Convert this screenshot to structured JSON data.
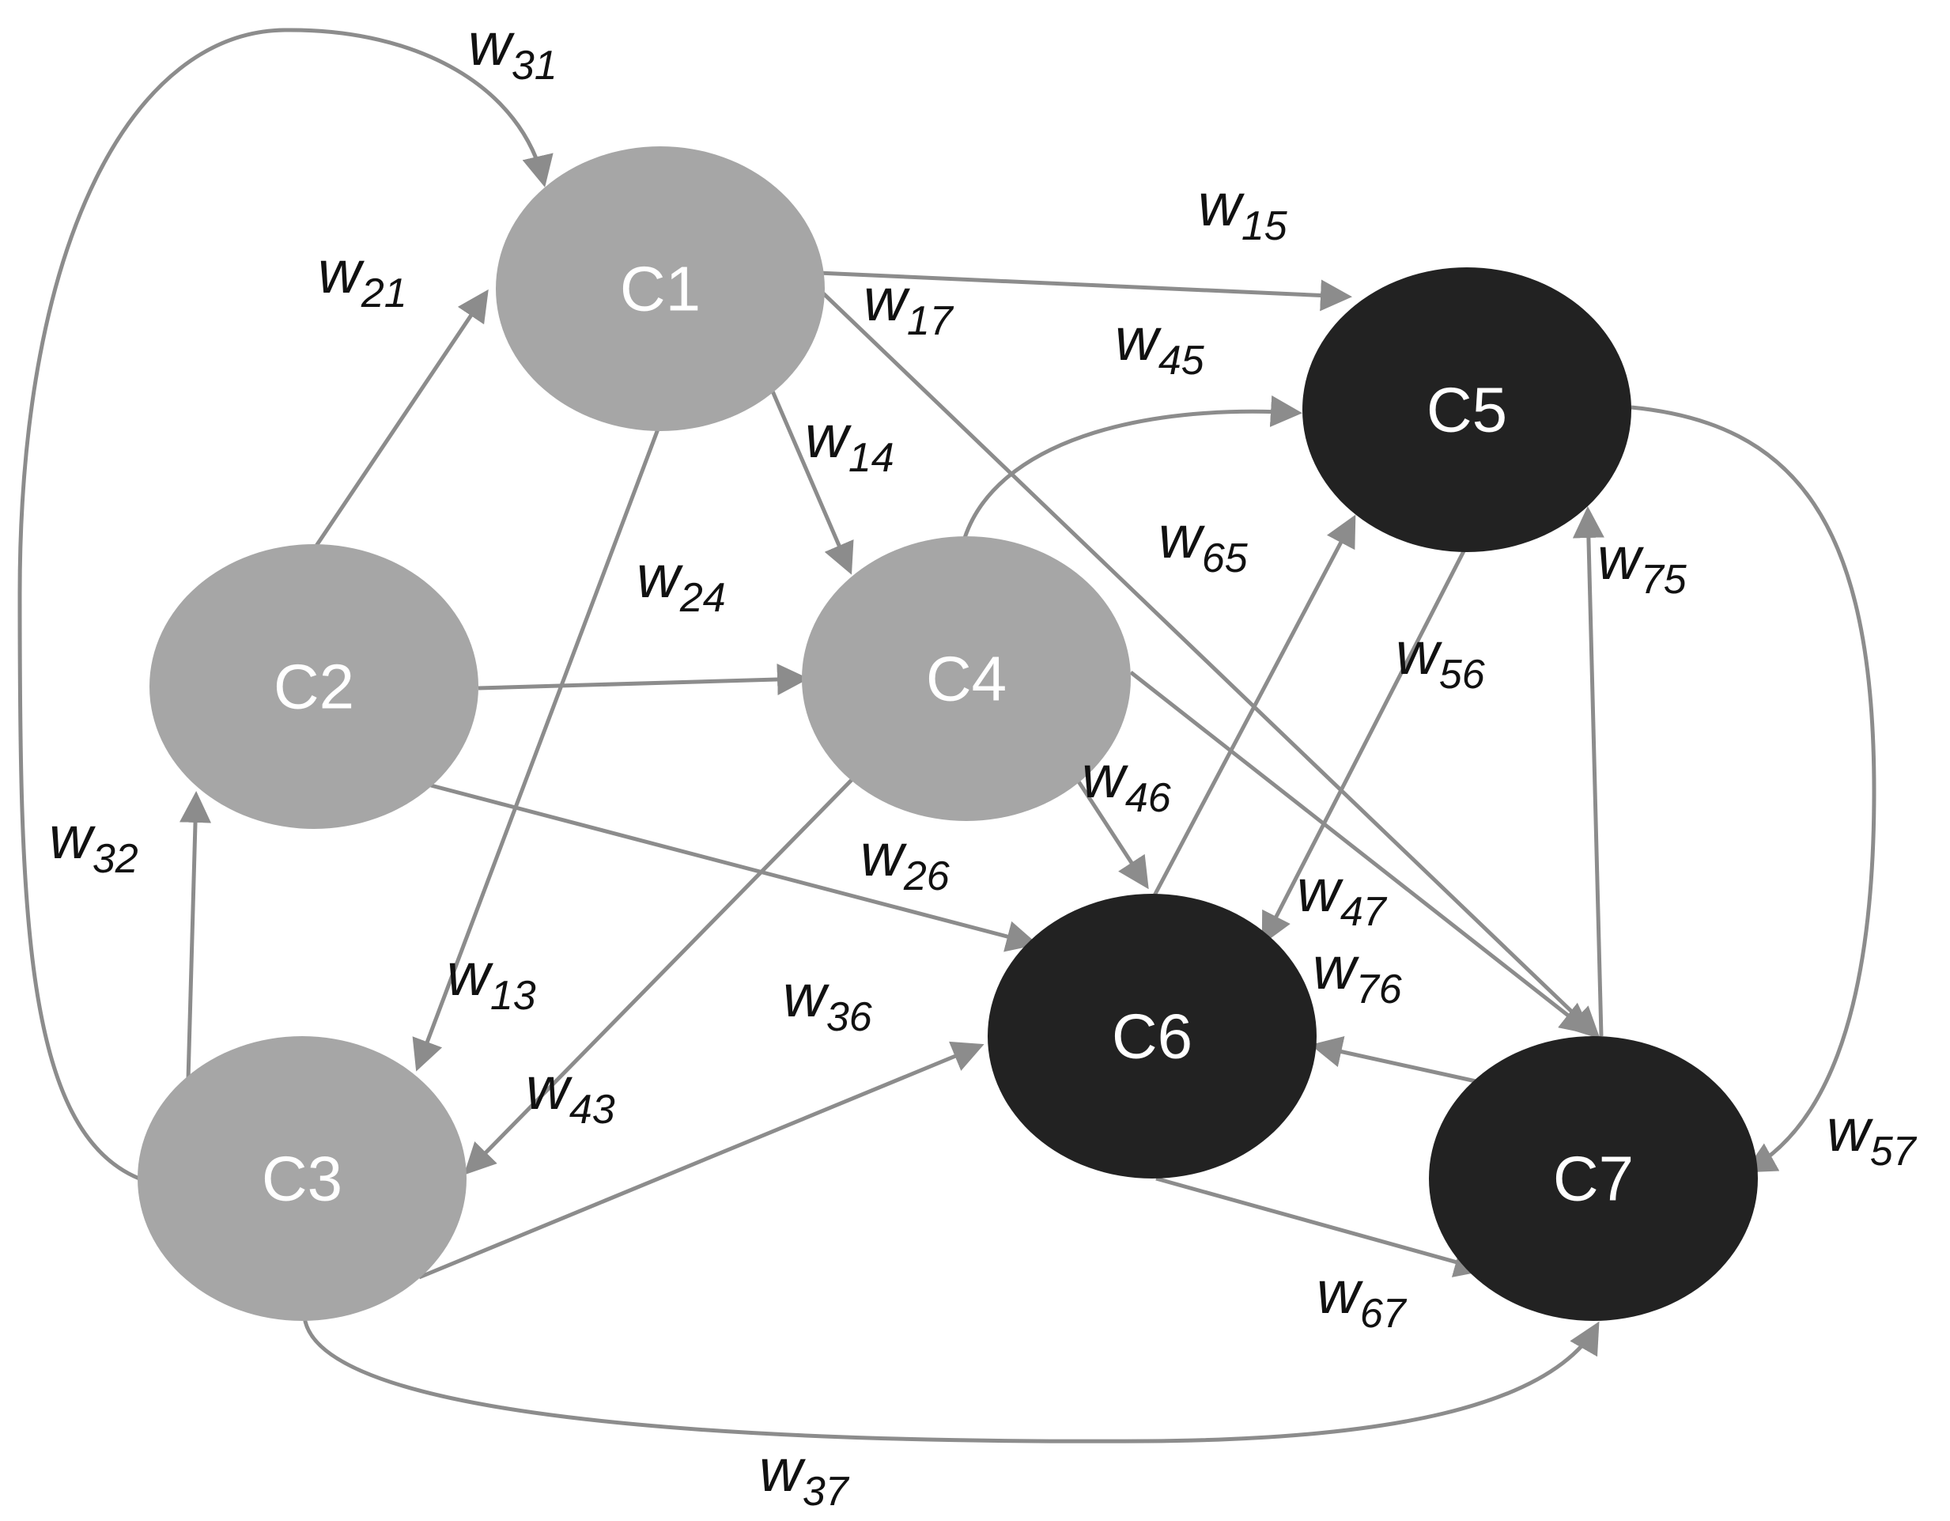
{
  "colors": {
    "concept_light": "#a6a6a6",
    "concept_dark": "#222222",
    "edge": "#8c8c8c",
    "node_text": "#ffffff",
    "weight_text": "#111111"
  },
  "nodes": [
    {
      "id": "c1",
      "label": "C1",
      "tone": "light"
    },
    {
      "id": "c2",
      "label": "C2",
      "tone": "light"
    },
    {
      "id": "c3",
      "label": "C3",
      "tone": "light"
    },
    {
      "id": "c4",
      "label": "C4",
      "tone": "light"
    },
    {
      "id": "c5",
      "label": "C5",
      "tone": "dark"
    },
    {
      "id": "c6",
      "label": "C6",
      "tone": "dark"
    },
    {
      "id": "c7",
      "label": "C7",
      "tone": "dark"
    }
  ],
  "edges": [
    {
      "id": "w31",
      "from": "C3",
      "to": "C1",
      "letter": "w",
      "index": "31"
    },
    {
      "id": "w21",
      "from": "C2",
      "to": "C1",
      "letter": "w",
      "index": "21"
    },
    {
      "id": "w15",
      "from": "C1",
      "to": "C5",
      "letter": "w",
      "index": "15"
    },
    {
      "id": "w17",
      "from": "C1",
      "to": "C7",
      "letter": "w",
      "index": "17"
    },
    {
      "id": "w14",
      "from": "C1",
      "to": "C4",
      "letter": "w",
      "index": "14"
    },
    {
      "id": "w45",
      "from": "C4",
      "to": "C5",
      "letter": "w",
      "index": "45"
    },
    {
      "id": "w24",
      "from": "C2",
      "to": "C4",
      "letter": "w",
      "index": "24"
    },
    {
      "id": "w13",
      "from": "C1",
      "to": "C3",
      "letter": "w",
      "index": "13"
    },
    {
      "id": "w65",
      "from": "C6",
      "to": "C5",
      "letter": "w",
      "index": "65"
    },
    {
      "id": "w75",
      "from": "C7",
      "to": "C5",
      "letter": "w",
      "index": "75"
    },
    {
      "id": "w56",
      "from": "C5",
      "to": "C6",
      "letter": "w",
      "index": "56"
    },
    {
      "id": "w46",
      "from": "C4",
      "to": "C6",
      "letter": "w",
      "index": "46"
    },
    {
      "id": "w32",
      "from": "C3",
      "to": "C2",
      "letter": "w",
      "index": "32"
    },
    {
      "id": "w26",
      "from": "C2",
      "to": "C6",
      "letter": "w",
      "index": "26"
    },
    {
      "id": "w47",
      "from": "C4",
      "to": "C7",
      "letter": "w",
      "index": "47"
    },
    {
      "id": "w76",
      "from": "C7",
      "to": "C6",
      "letter": "w",
      "index": "76"
    },
    {
      "id": "w36",
      "from": "C3",
      "to": "C6",
      "letter": "w",
      "index": "36"
    },
    {
      "id": "w43",
      "from": "C4",
      "to": "C3",
      "letter": "w",
      "index": "43"
    },
    {
      "id": "w57",
      "from": "C5",
      "to": "C7",
      "letter": "w",
      "index": "57"
    },
    {
      "id": "w67",
      "from": "C6",
      "to": "C7",
      "letter": "w",
      "index": "67"
    },
    {
      "id": "w37",
      "from": "C3",
      "to": "C7",
      "letter": "w",
      "index": "37"
    }
  ]
}
